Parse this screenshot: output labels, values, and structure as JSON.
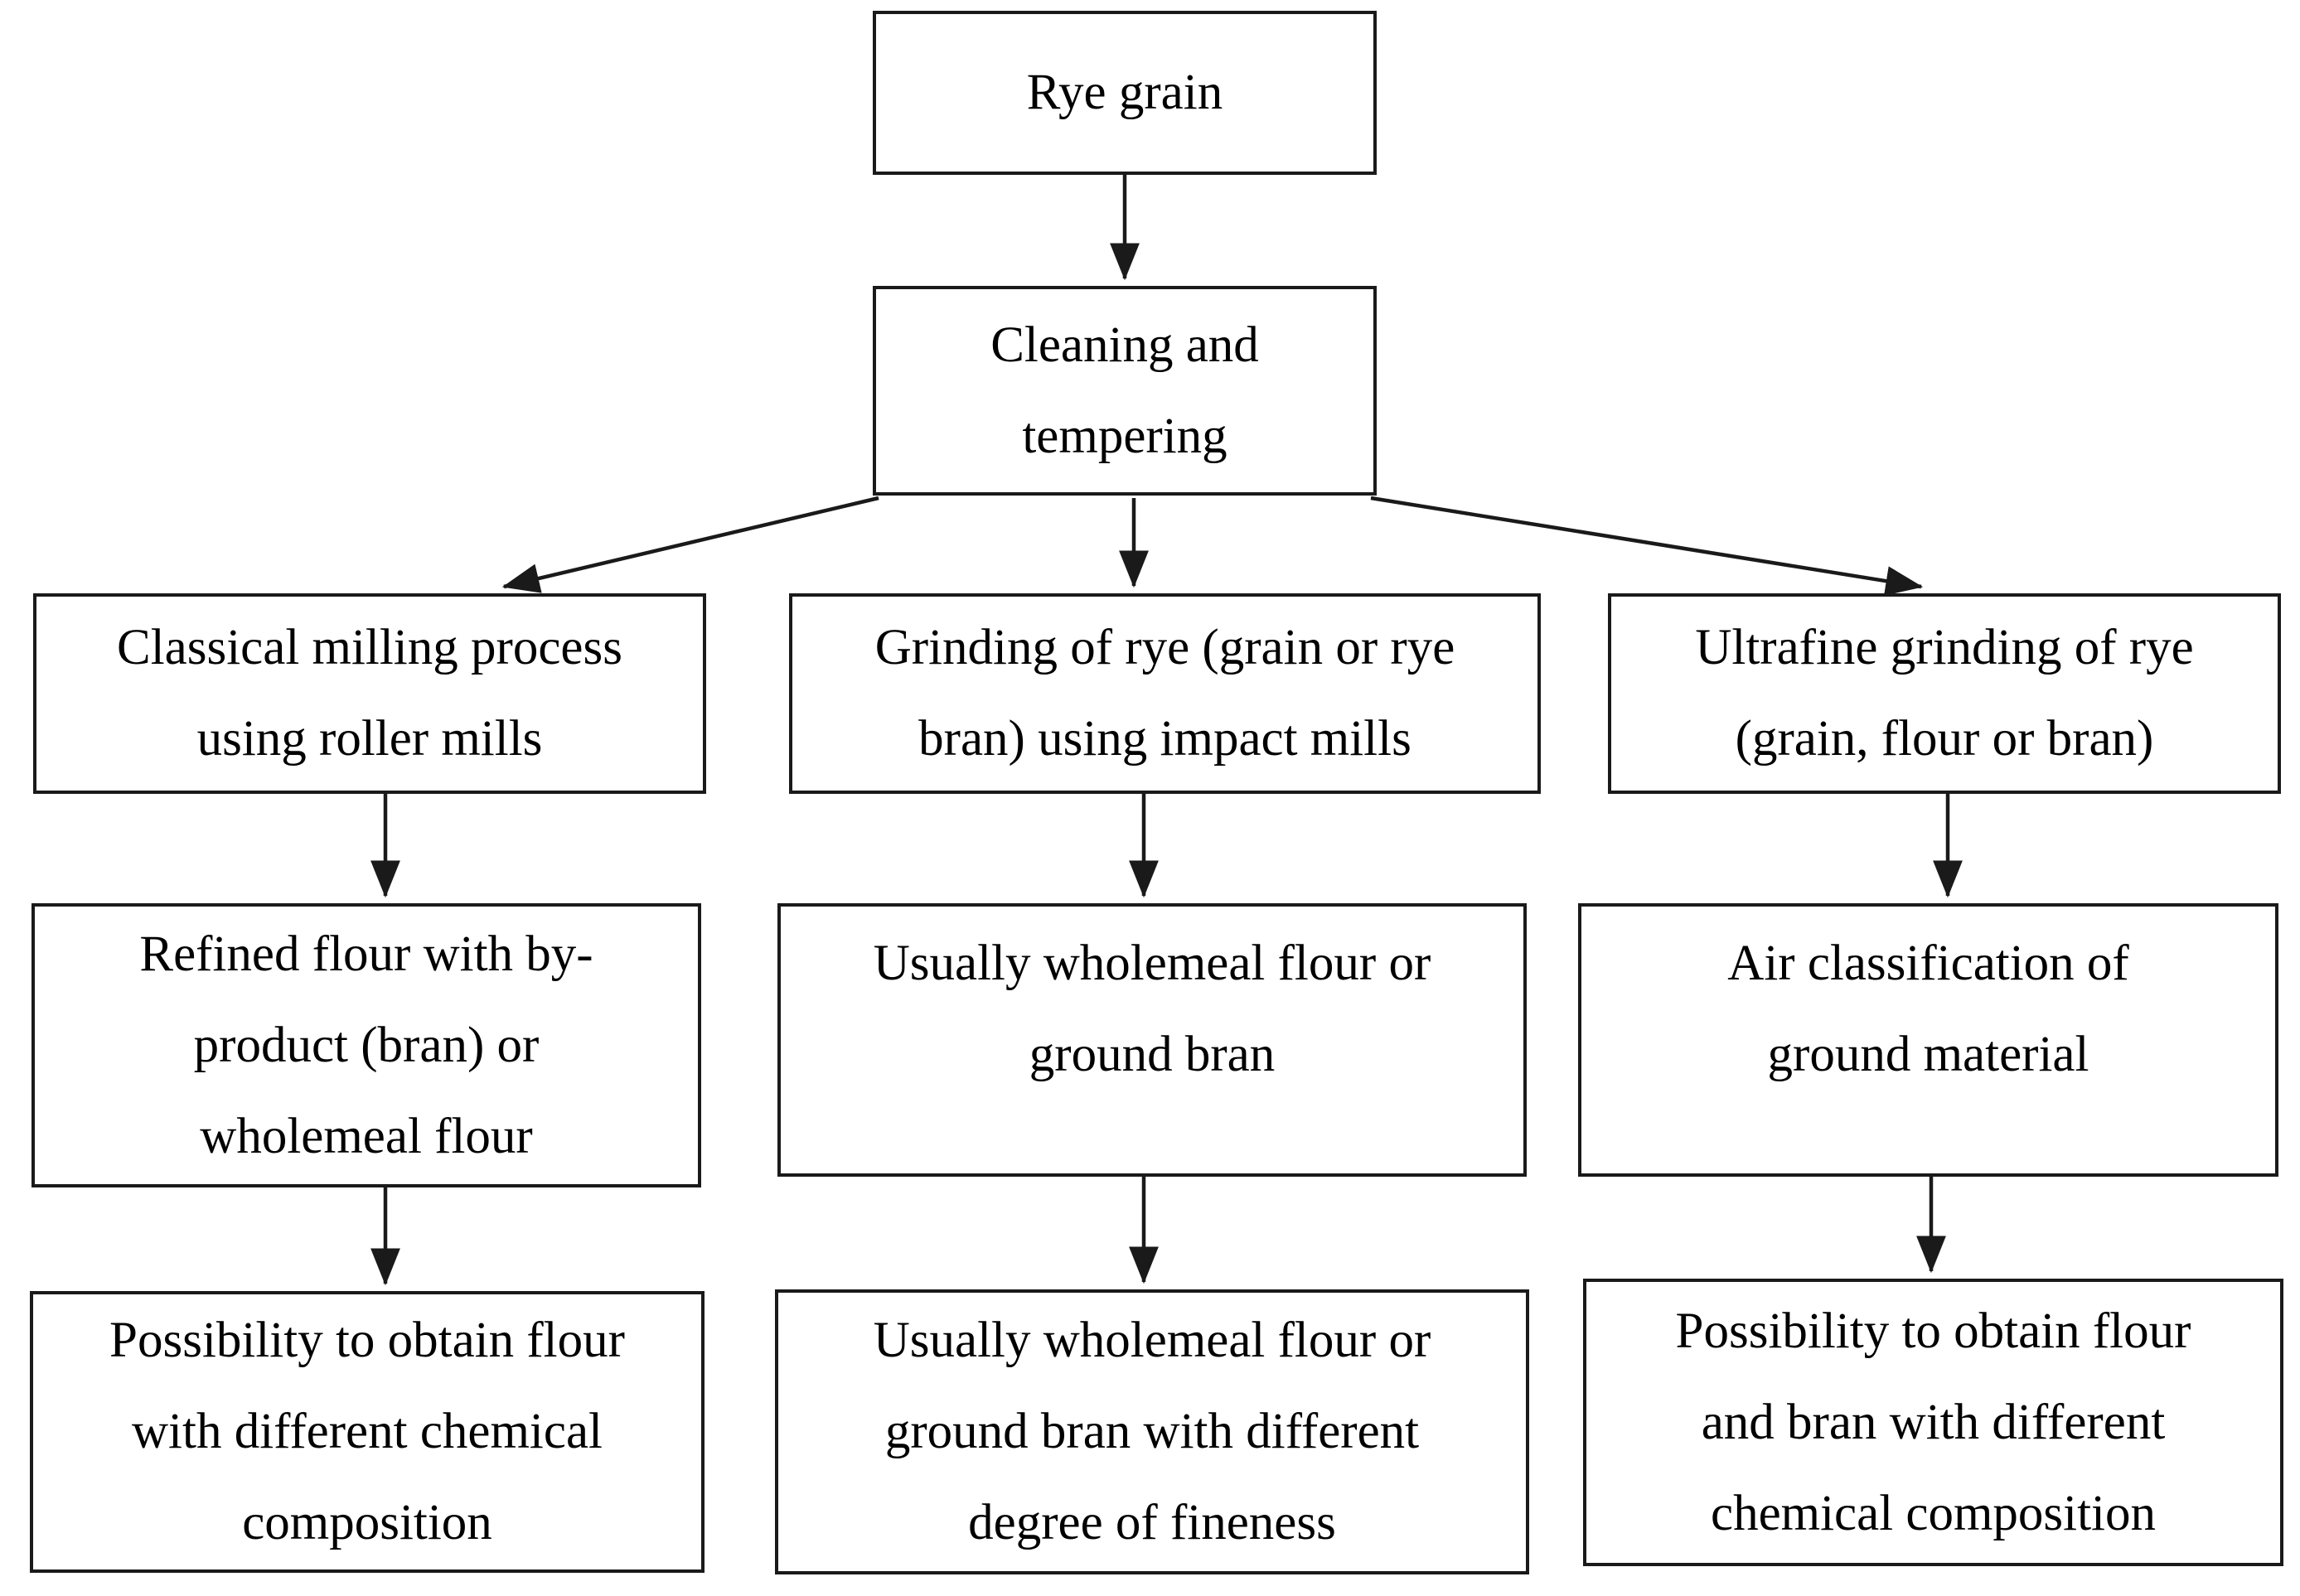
{
  "diagram": {
    "background": "#ffffff",
    "ink": "#1a1a1a",
    "nodes": {
      "rye": {
        "label": "Rye grain"
      },
      "cleaning": {
        "label": "Cleaning and\ntempering"
      },
      "classical": {
        "label": "Classical milling process\nusing roller mills"
      },
      "grinding": {
        "label": "Grinding of rye (grain or rye\nbran) using impact mills"
      },
      "ultrafine": {
        "label": "Ultrafine grinding of rye\n(grain, flour or bran)"
      },
      "refined": {
        "label": "Refined flour with by-\nproduct (bran) or\nwholemeal flour"
      },
      "wholemeal": {
        "label": "Usually wholemeal flour or\nground bran"
      },
      "airclass": {
        "label": "Air classification of\nground material"
      },
      "possibility_flour": {
        "label": "Possibility to obtain flour\nwith different chemical\ncomposition"
      },
      "wholemeal_fineness": {
        "label": "Usually wholemeal flour or\nground bran with different\ndegree of fineness"
      },
      "possibility_flour_bran": {
        "label": "Possibility to obtain flour\nand bran with different\nchemical composition"
      }
    },
    "edges": [
      {
        "from": "rye",
        "to": "cleaning"
      },
      {
        "from": "cleaning",
        "to": "classical"
      },
      {
        "from": "cleaning",
        "to": "grinding"
      },
      {
        "from": "cleaning",
        "to": "ultrafine"
      },
      {
        "from": "classical",
        "to": "refined"
      },
      {
        "from": "grinding",
        "to": "wholemeal"
      },
      {
        "from": "ultrafine",
        "to": "airclass"
      },
      {
        "from": "refined",
        "to": "possibility_flour"
      },
      {
        "from": "wholemeal",
        "to": "wholemeal_fineness"
      },
      {
        "from": "airclass",
        "to": "possibility_flour_bran"
      }
    ]
  }
}
